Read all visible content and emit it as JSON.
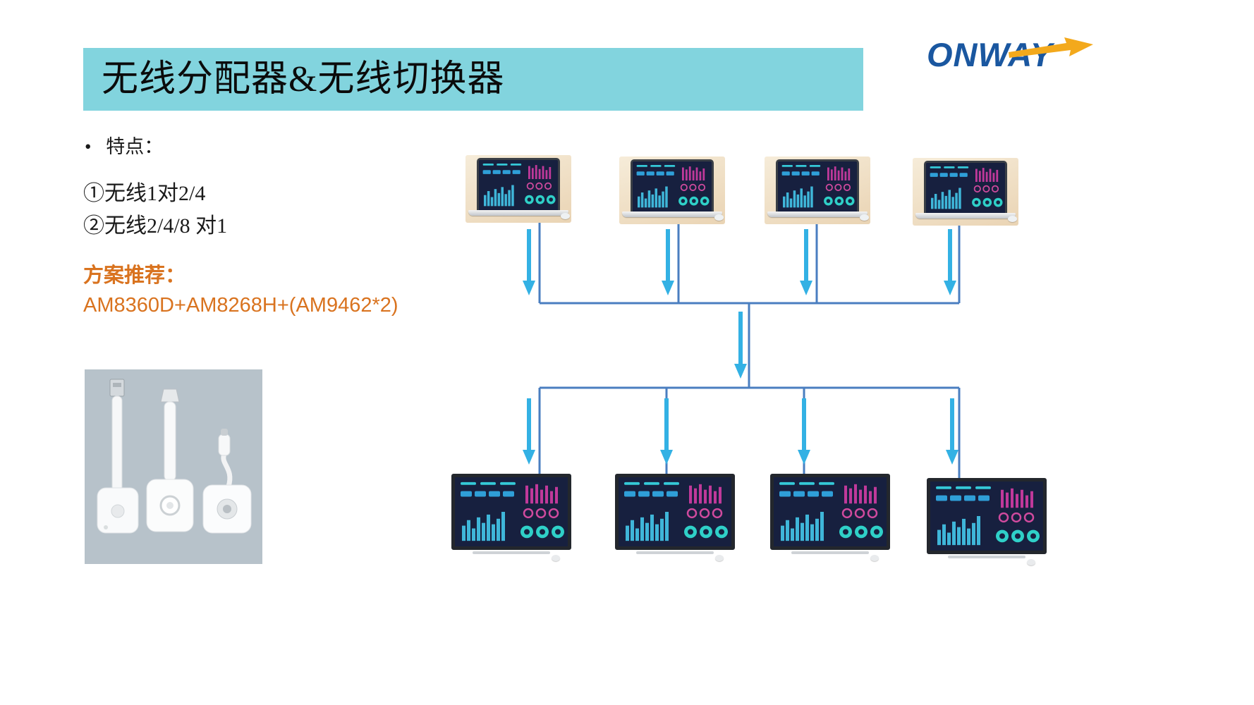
{
  "slide": {
    "banner": {
      "title": "无线分配器&无线切换器",
      "bg_color": "#82d4de"
    },
    "logo": {
      "text": "ONWAY",
      "blue": "#1a57a0",
      "yellow": "#f3a91c"
    },
    "features": {
      "bullet": "•",
      "label": "特点：",
      "items": [
        "①无线1对2/4",
        "②无线2/4/8 对1"
      ]
    },
    "recommendation": {
      "label": "方案推荐：",
      "value": "AM8360D+AM8268H+(AM9462*2)",
      "color": "#d9731f"
    },
    "product_photo": {
      "items": [
        "usb-transmitter-dongle",
        "hdmi-transmitter-dongle",
        "usb-c-receiver-puck"
      ]
    }
  },
  "diagram": {
    "sources": {
      "type": "laptop",
      "count": 4
    },
    "displays": {
      "type": "monitor",
      "count": 4
    },
    "line_color": "#4a7ec0",
    "arrow_color": "#33b1e4"
  }
}
